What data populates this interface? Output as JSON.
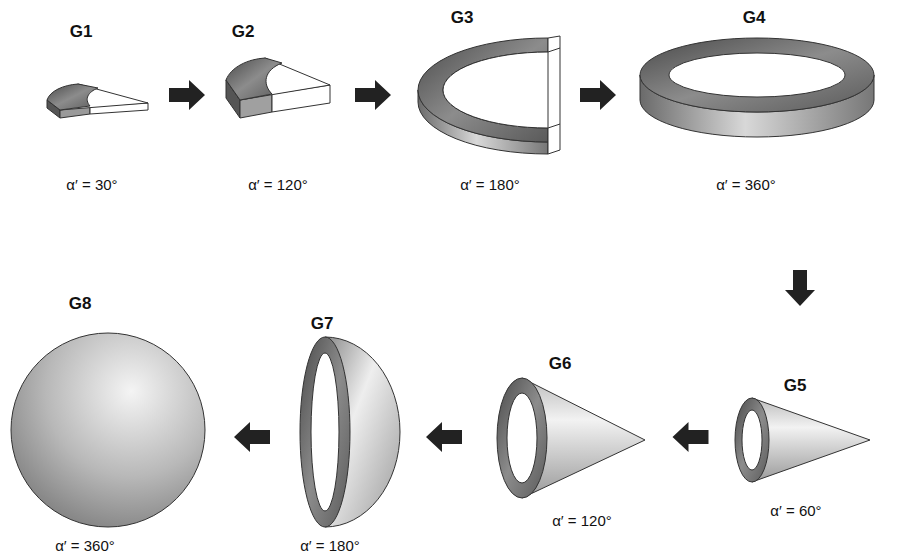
{
  "diagram": {
    "nodes": [
      {
        "text": [
          "G1",
          "α′ = 30°"
        ]
      },
      {
        "text": [
          "G2",
          "α′ = 120°"
        ]
      },
      {
        "text": [
          "G3",
          "α′ = 180°"
        ]
      },
      {
        "text": [
          "G4",
          "α′ = 360°"
        ]
      },
      {
        "text": [
          "G5",
          "α′ = 60°"
        ]
      },
      {
        "text": [
          "G6",
          "α′ = 120°"
        ]
      },
      {
        "text": [
          "G7",
          "α′ = 180°"
        ]
      },
      {
        "text": [
          "G8",
          "α′ = 360°"
        ]
      }
    ],
    "edges": [
      {
        "from": 0,
        "to": 1,
        "arrow": "to"
      },
      {
        "from": 1,
        "to": 2,
        "arrow": "to"
      },
      {
        "from": 2,
        "to": 3,
        "arrow": "to"
      },
      {
        "from": 3,
        "to": 4,
        "arrow": "to"
      },
      {
        "from": 4,
        "to": 5,
        "arrow": "to"
      },
      {
        "from": 5,
        "to": 6,
        "arrow": "to"
      },
      {
        "from": 6,
        "to": 7,
        "arrow": "to"
      }
    ]
  }
}
